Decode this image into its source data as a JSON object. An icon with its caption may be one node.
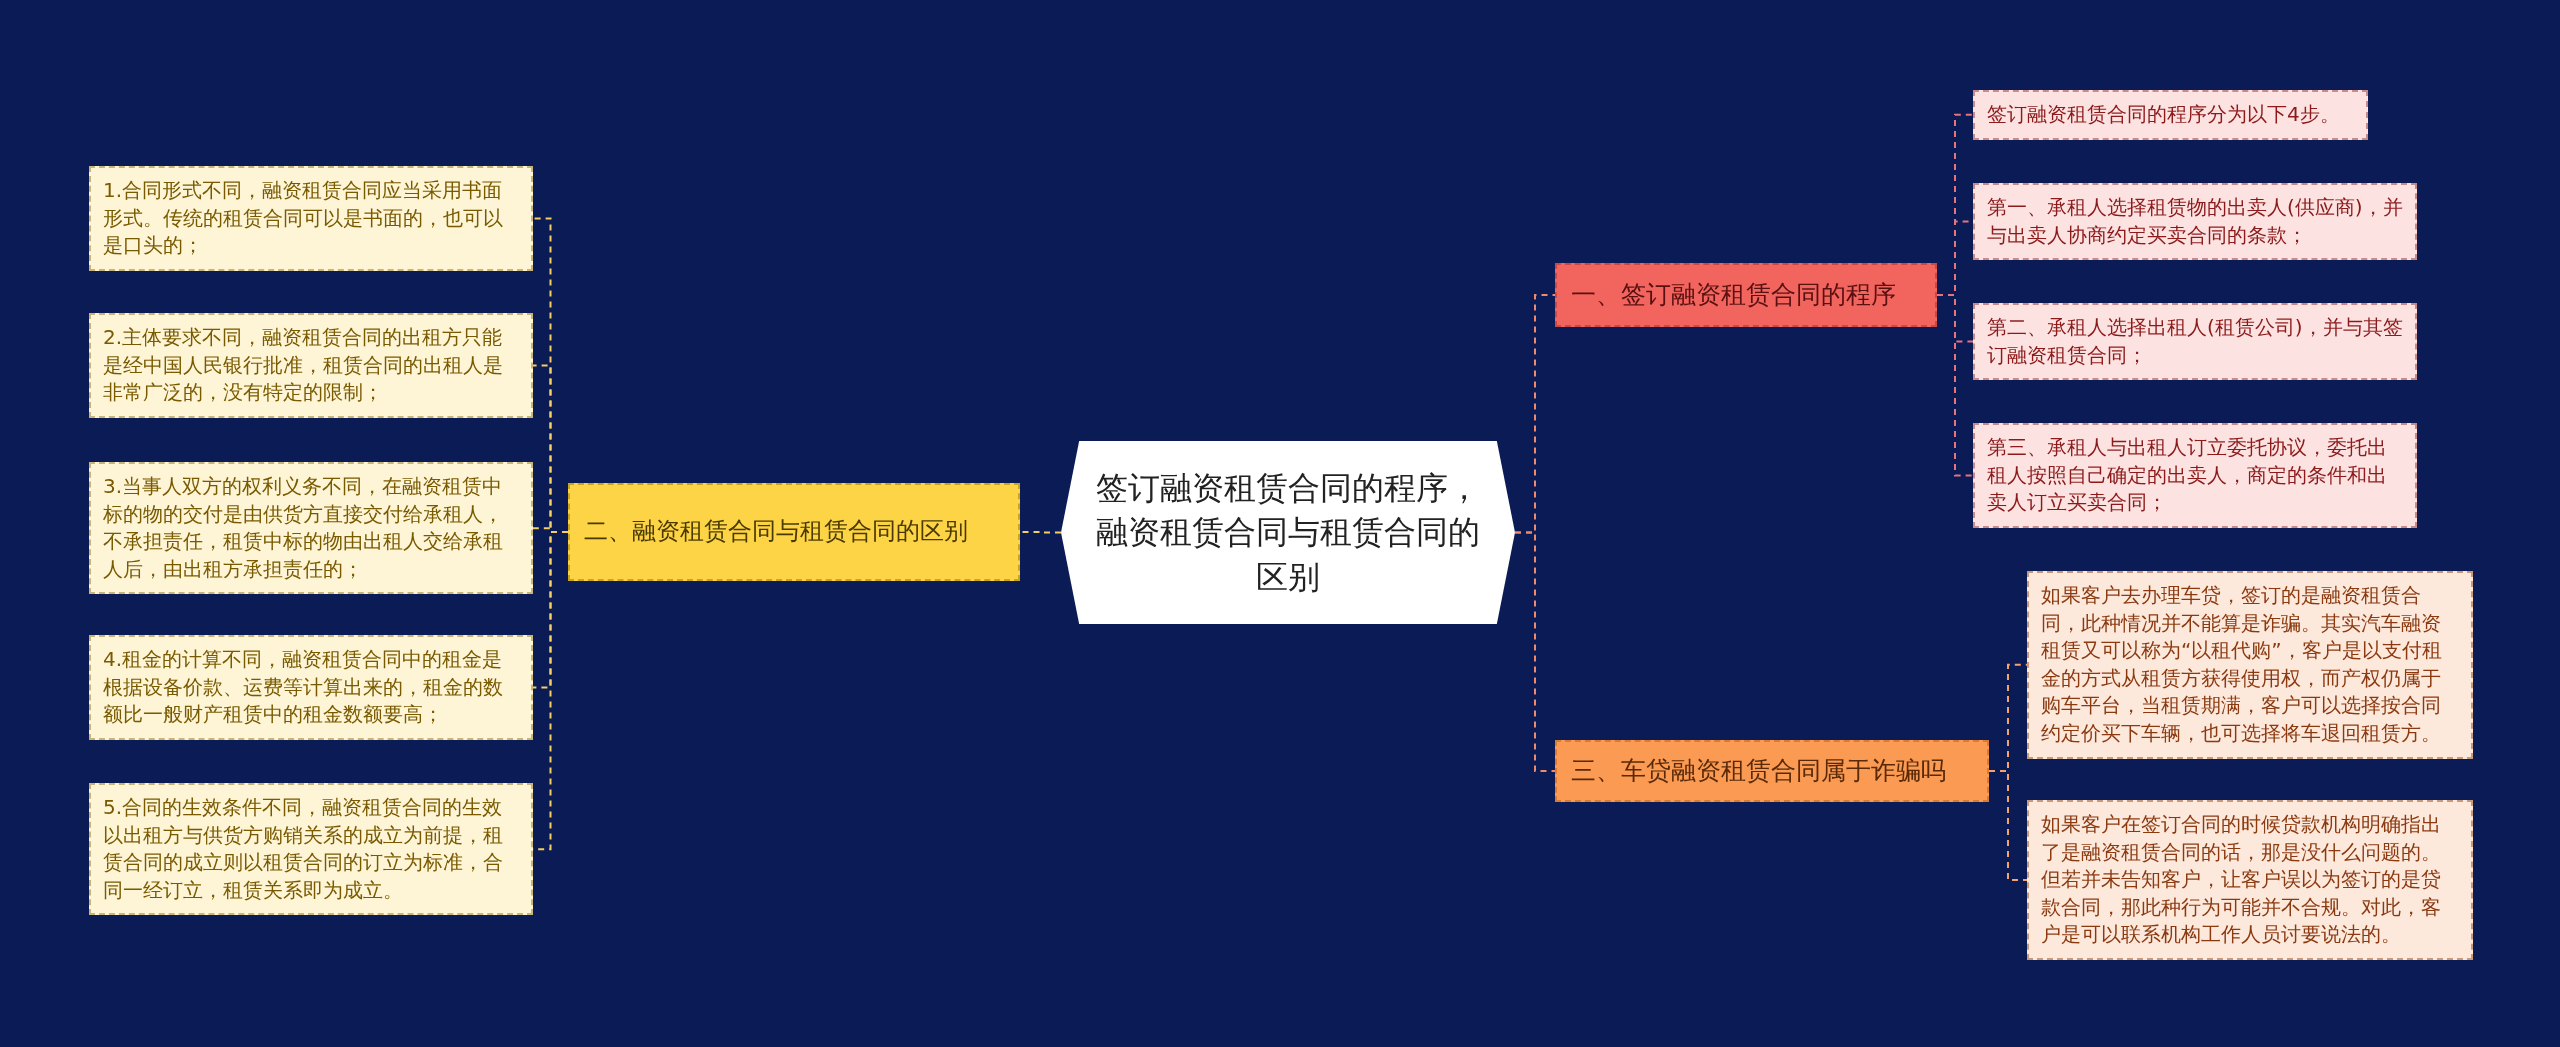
{
  "diagram": {
    "nodes": [
      {
        "text": [
          "签订融资租赁合同的程序，融资租赁合同与租赁合同的区别"
        ]
      },
      {
        "text": [
          "一、签订融资租赁合同的程序"
        ]
      },
      {
        "text": [
          "签订融资租赁合同的程序分为以下4步。"
        ]
      },
      {
        "text": [
          "第一、承租人选择租赁物的出卖人(供应商)，并与出卖人协商约定买卖合同的条款；"
        ]
      },
      {
        "text": [
          "第二、承租人选择出租人(租赁公司)，并与其签订融资租赁合同；"
        ]
      },
      {
        "text": [
          "第三、承租人与出租人订立委托协议，委托出租人按照自己确定的出卖人，商定的条件和出卖人订立买卖合同；"
        ]
      },
      {
        "text": [
          "三、车贷融资租赁合同属于诈骗吗"
        ]
      },
      {
        "text": [
          "如果客户去办理车贷，签订的是融资租赁合同，此种情况并不能算是诈骗。其实汽车融资租赁又可以称为“以租代购”，客户是以支付租金的方式从租赁方获得使用权，而产权仍属于购车平台，当租赁期满，客户可以选择按合同约定价买下车辆，也可选择将车退回租赁方。"
        ]
      },
      {
        "text": [
          "如果客户在签订合同的时候贷款机构明确指出了是融资租赁合同的话，那是没什么问题的。但若并未告知客户，让客户误以为签订的是贷款合同，那此种行为可能并不合规。对此，客户是可以联系机构工作人员讨要说法的。"
        ]
      },
      {
        "text": [
          "二、融资租赁合同与租赁合同的区别"
        ]
      },
      {
        "text": [
          "1.合同形式不同，融资租赁合同应当采用书面形式。传统的租赁合同可以是书面的，也可以是口头的；"
        ]
      },
      {
        "text": [
          "2.主体要求不同，融资租赁合同的出租方只能是经中国人民银行批准，租赁合同的出租人是非常广泛的，没有特定的限制；"
        ]
      },
      {
        "text": [
          "3.当事人双方的权利义务不同，在融资租赁中标的物的交付是由供货方直接交付给承租人，不承担责任，租赁中标的物由出租人交给承租人后，由出租方承担责任的；"
        ]
      },
      {
        "text": [
          "4.租金的计算不同，融资租赁合同中的租金是根据设备价款、运费等计算出来的，租金的数额比一般财产租赁中的租金数额要高；"
        ]
      },
      {
        "text": [
          "5.合同的生效条件不同，融资租赁合同的生效以出租方与供货方购销关系的成立为前提，租赁合同的成立则以租赁合同的订立为标准，合同一经订立，租赁关系即为成立。"
        ]
      }
    ],
    "edges": [
      {
        "from": 0,
        "to": 1,
        "arrow": "none",
        "color": "#f08a6a"
      },
      {
        "from": 1,
        "to": 2,
        "arrow": "none",
        "color": "#e8737a"
      },
      {
        "from": 1,
        "to": 3,
        "arrow": "none",
        "color": "#e8737a"
      },
      {
        "from": 1,
        "to": 4,
        "arrow": "none",
        "color": "#e8737a"
      },
      {
        "from": 1,
        "to": 5,
        "arrow": "none",
        "color": "#e8737a"
      },
      {
        "from": 0,
        "to": 6,
        "arrow": "none",
        "color": "#f08a6a"
      },
      {
        "from": 6,
        "to": 7,
        "arrow": "none",
        "color": "#f4a46a"
      },
      {
        "from": 6,
        "to": 8,
        "arrow": "none",
        "color": "#f4a46a"
      },
      {
        "from": 0,
        "to": 9,
        "arrow": "none",
        "color": "#f5d060"
      },
      {
        "from": 9,
        "to": 10,
        "arrow": "none",
        "color": "#f5d060"
      },
      {
        "from": 9,
        "to": 11,
        "arrow": "none",
        "color": "#f5d060"
      },
      {
        "from": 9,
        "to": 12,
        "arrow": "none",
        "color": "#f5d060"
      },
      {
        "from": 9,
        "to": 13,
        "arrow": "none",
        "color": "#f5d060"
      },
      {
        "from": 9,
        "to": 14,
        "arrow": "none",
        "color": "#f5d060"
      }
    ]
  }
}
